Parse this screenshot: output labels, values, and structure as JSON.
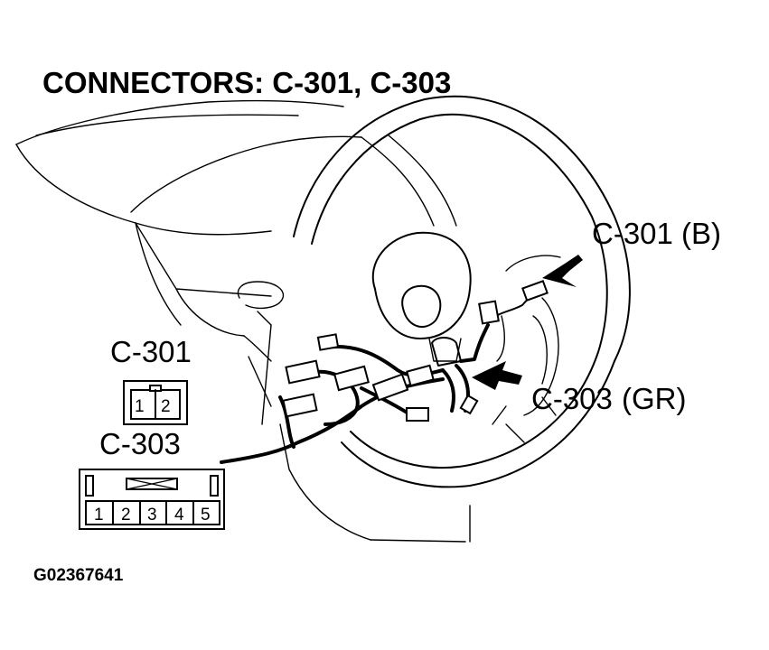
{
  "diagram": {
    "title": "CONNECTORS: C-301, C-303",
    "callouts": {
      "c301": "C-301 (B)",
      "c303_id": "C-303",
      "c303_color": "(GR)"
    },
    "connector_views": {
      "c301": {
        "label": "C-301",
        "pins": [
          "1",
          "2"
        ]
      },
      "c303": {
        "label": "C-303",
        "pins": [
          "1",
          "2",
          "3",
          "4",
          "5"
        ]
      }
    },
    "figure_code": "G02367641"
  }
}
